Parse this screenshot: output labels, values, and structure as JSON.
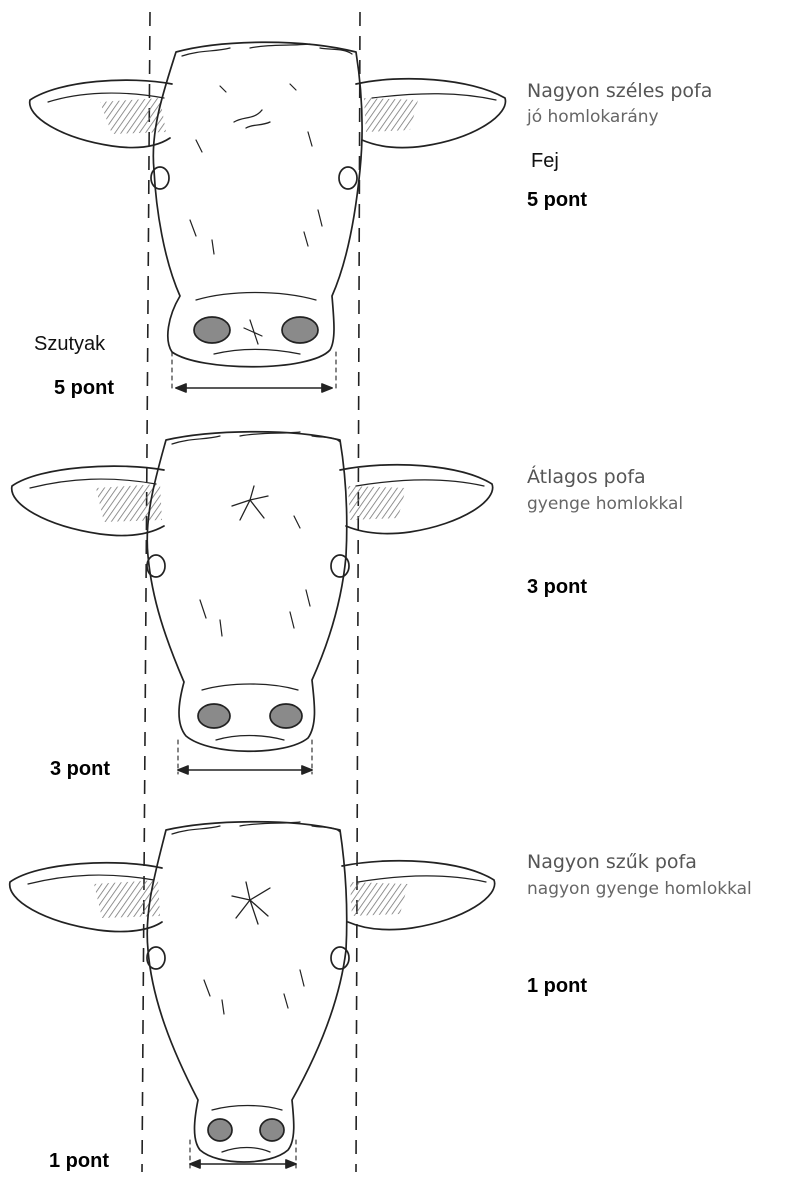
{
  "figure": {
    "side_labels": {
      "head_section": "Fej",
      "muzzle_section": "Szutyak"
    },
    "rows": [
      {
        "title": "Nagyon széles pofa",
        "subtitle": "jó homlokarány",
        "head_score": "5 pont",
        "muzzle_score": "5 pont"
      },
      {
        "title": "Átlagos pofa",
        "subtitle": "gyenge homlokkal",
        "head_score": "3 pont",
        "muzzle_score": "3 pont"
      },
      {
        "title": "Nagyon szűk pofa",
        "subtitle": "nagyon gyenge homlokkal",
        "head_score": "1 pont",
        "muzzle_score": "1 pont"
      }
    ],
    "colors": {
      "line": "#222222",
      "hatch": "#777777",
      "nostril": "#8a8a8a"
    }
  }
}
